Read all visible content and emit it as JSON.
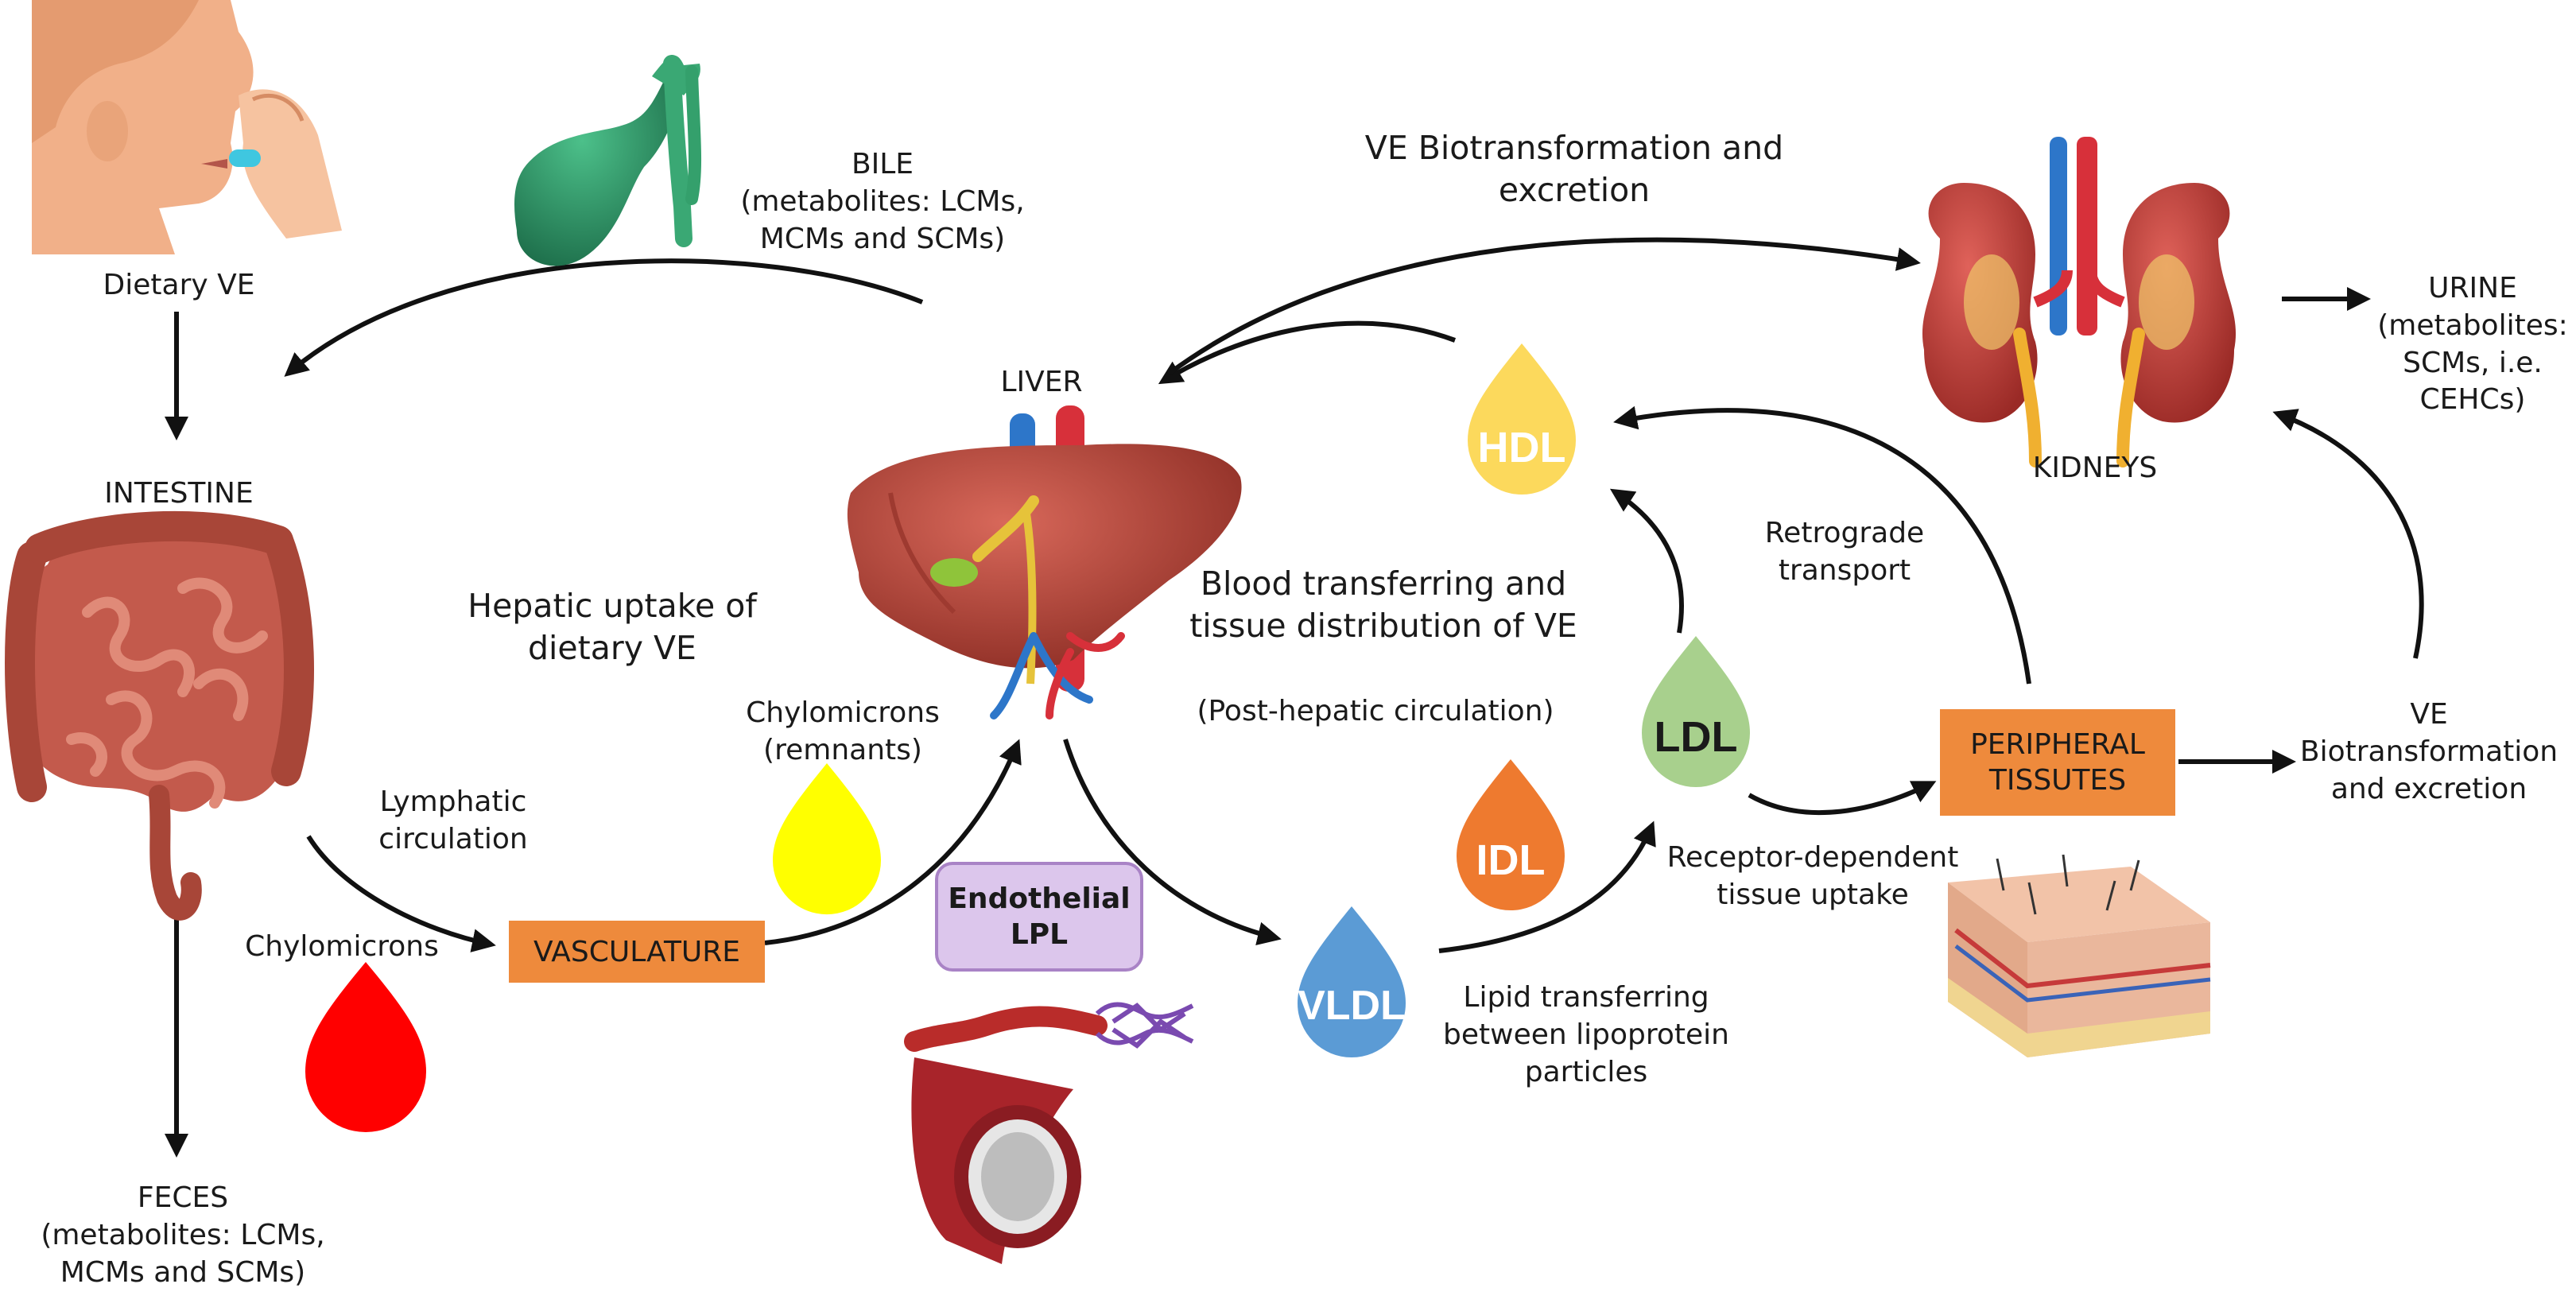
{
  "labels": {
    "dietary_ve": "Dietary VE",
    "bile": "BILE\n(metabolites: LCMs,\nMCMs and SCMs)",
    "ve_biotransformation_top": "VE Biotransformation and\nexcretion",
    "intestine": "INTESTINE",
    "liver": "LIVER",
    "kidneys": "KIDNEYS",
    "urine": "URINE\n(metabolites:\nSCMs, i.e.\nCEHCs)",
    "hepatic_uptake": "Hepatic uptake of\ndietary VE",
    "blood_transferring": "Blood transferring and\ntissue distribution of VE",
    "post_hepatic": "(Post-hepatic circulation)",
    "chylomicrons_remnants": "Chylomicrons\n(remnants)",
    "retrograde": "Retrograde\ntransport",
    "ve_biotransformation_right": "VE\nBiotransformation\nand excretion",
    "lymphatic": "Lymphatic\ncirculation",
    "chylomicrons": "Chylomicrons",
    "receptor_dependent": "Receptor-dependent\ntissue uptake",
    "lipid_transferring": "Lipid transferring\nbetween lipoprotein\nparticles",
    "feces": "FECES\n(metabolites: LCMs,\nMCMs and SCMs)"
  },
  "boxes": {
    "vasculature": "VASCULATURE",
    "peripheral_tissues": "PERIPHERAL\nTISSUTES",
    "endothelial_lpl": "Endothelial\nLPL"
  },
  "droplets": {
    "hdl": "HDL",
    "ldl": "LDL",
    "idl": "IDL",
    "vldl": "VLDL"
  },
  "colors": {
    "hdl": "#fcd95c",
    "ldl": "#a8d08d",
    "idl": "#ee7a2f",
    "vldl": "#5b9bd5",
    "chylomicron_remnant": "#ffff00",
    "chylomicron": "#ff0000",
    "box_orange": "#ee8a3c",
    "box_purple": "#dcc6ec",
    "liver": "#b8473a",
    "intestine": "#c65a4c",
    "kidney": "#c0403a",
    "gallbladder": "#2e9a6a",
    "skin": "#f0b48a"
  },
  "icons": [
    "person-taking-pill-icon",
    "gallbladder-icon",
    "intestine-icon",
    "liver-icon",
    "kidneys-icon",
    "blood-vessel-icon",
    "skin-tissue-icon"
  ]
}
